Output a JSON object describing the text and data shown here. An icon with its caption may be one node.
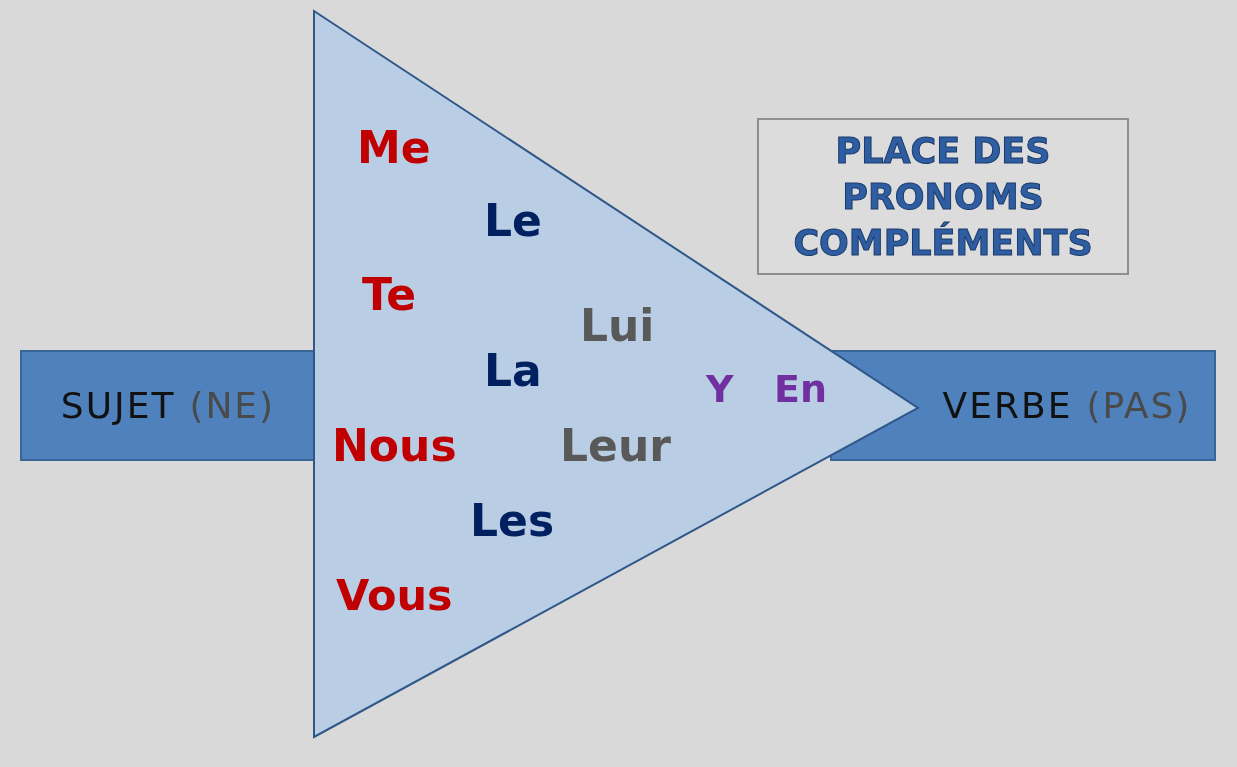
{
  "diagram": {
    "title": "PLACE DES PRONOMS COMPLÉMENTS",
    "nodes": [
      {
        "text": [
          "SUJET",
          "(NE)"
        ]
      },
      {
        "text": [
          "Me",
          "Le",
          "Te",
          "Lui",
          "La",
          "Y",
          "En",
          "Nous",
          "Leur",
          "Les",
          "Vous"
        ]
      },
      {
        "text": [
          "VERBE",
          "(PAS)"
        ]
      }
    ]
  }
}
